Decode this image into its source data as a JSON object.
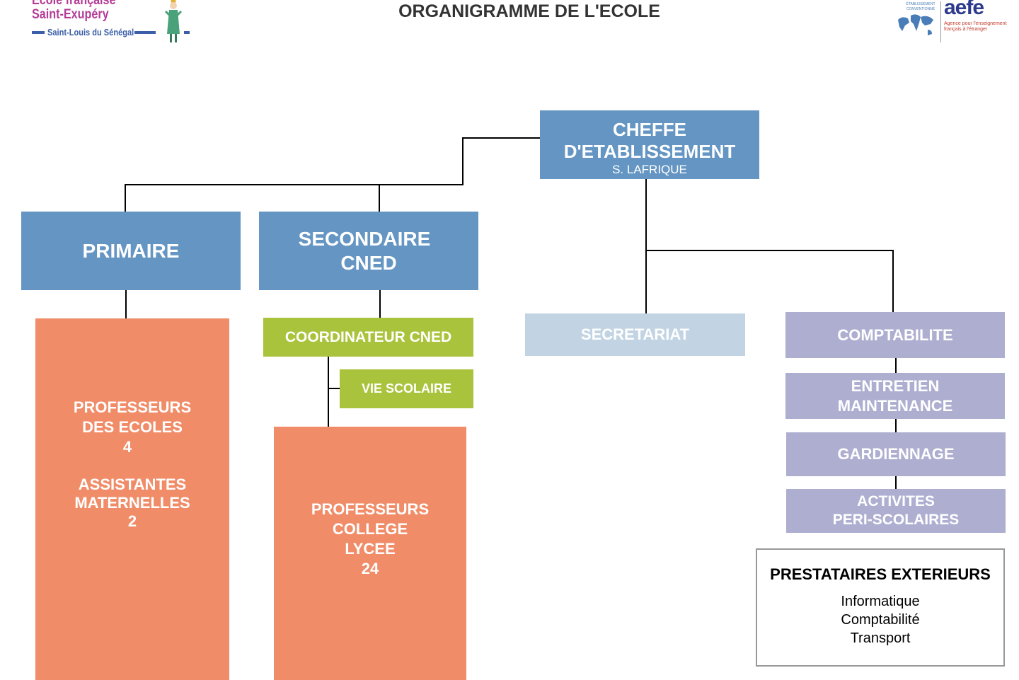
{
  "header": {
    "title": "ORGANIGRAMME DE L'ECOLE",
    "logo_left": {
      "line1": "Ecole française",
      "line2": "Saint-Exupéry",
      "line3": "Saint-Louis du Sénégal"
    },
    "logo_right": {
      "brand": "aefe",
      "tagline": "Agence pour l'enseignement français à l'étranger",
      "badge": "ÉTABLISSEMENT CONVENTIONNÉ"
    }
  },
  "chart": {
    "head": {
      "title": "CHEFFE D'ETABLISSEMENT",
      "name": "S. LAFRIQUE"
    },
    "primaire": {
      "label": "PRIMAIRE"
    },
    "secondaire": {
      "line1": "SECONDAIRE",
      "line2": "CNED"
    },
    "primaire_staff": {
      "line1": "PROFESSEURS",
      "line2": "DES ECOLES",
      "count1": "4",
      "line3": "ASSISTANTES",
      "line4": "MATERNELLES",
      "count2": "2"
    },
    "coordinateur": {
      "label": "COORDINATEUR CNED"
    },
    "vie_scolaire": {
      "label": "VIE SCOLAIRE"
    },
    "secondaire_staff": {
      "line1": "PROFESSEURS",
      "line2": "COLLEGE",
      "line3": "LYCEE",
      "count": "24"
    },
    "secretariat": {
      "label": "SECRETARIAT"
    },
    "comptabilite": {
      "label": "COMPTABILITE"
    },
    "entretien": {
      "line1": "ENTRETIEN",
      "line2": "MAINTENANCE"
    },
    "gardiennage": {
      "label": "GARDIENNAGE"
    },
    "activites": {
      "line1": "ACTIVITES",
      "line2": "PERI-SCOLAIRES"
    },
    "prestataires": {
      "title": "PRESTATAIRES EXTERIEURS",
      "items": [
        "Informatique",
        "Comptabilité",
        "Transport"
      ]
    }
  }
}
